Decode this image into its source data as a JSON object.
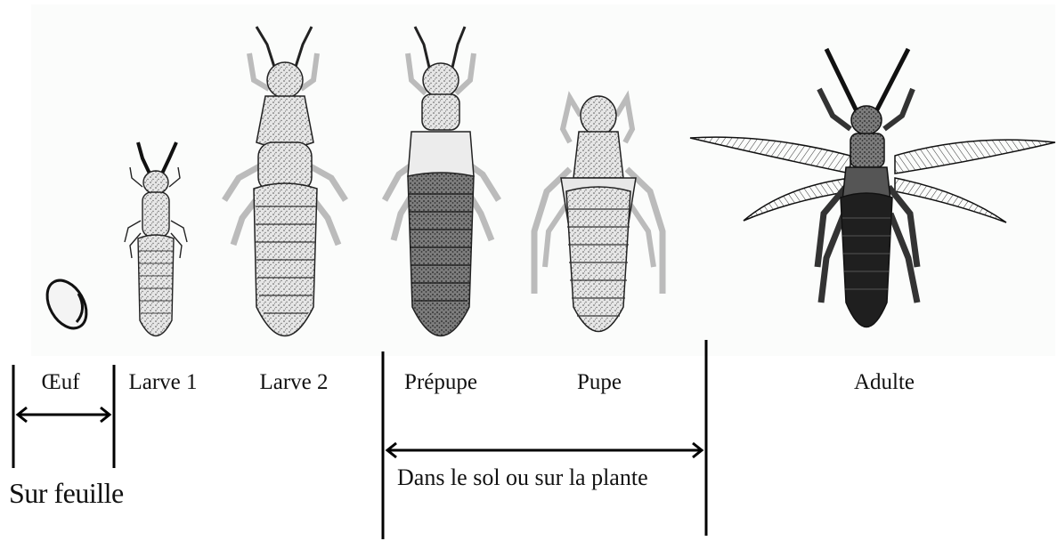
{
  "stages": [
    {
      "id": "oeuf",
      "label": "Œuf"
    },
    {
      "id": "larve1",
      "label": "Larve 1"
    },
    {
      "id": "larve2",
      "label": "Larve 2"
    },
    {
      "id": "prepupe",
      "label": "Prépupe"
    },
    {
      "id": "pupe",
      "label": "Pupe"
    },
    {
      "id": "adulte",
      "label": "Adulte"
    }
  ],
  "habitats": {
    "leaf": "Sur feuille",
    "soil": "Dans le sol ou sur la plante"
  },
  "colors": {
    "ink": "#111111",
    "body_light": "#d9d9d9",
    "body_mid": "#9a9a9a",
    "body_dark": "#2a2a2a",
    "background_tint": "#fbfcfb"
  }
}
